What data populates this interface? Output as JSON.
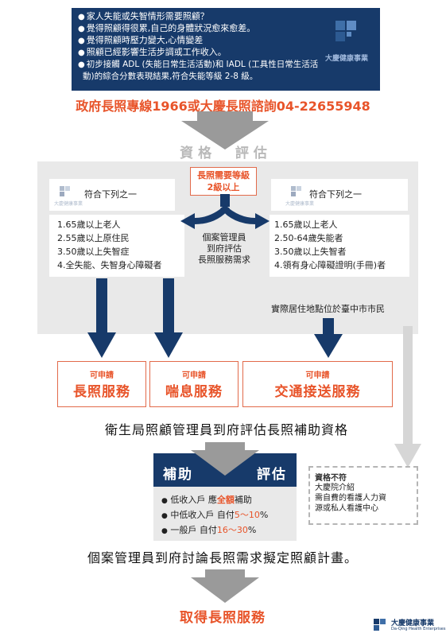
{
  "intro": {
    "bullets": [
      "家人失能或失智情形需要照顧？",
      "覺得照顧得很累,自己的身體狀況愈來愈差。",
      "覺得照顧時壓力變大,心情變差",
      "照顧已經影響生活步調或工作收入。"
    ],
    "bullet_last_line1": "初步接觸 ADL (失能日常生活活動)和 IADL (工具性日常生活活",
    "bullet_last_line2": "動)的綜合分數表現結果,符合失能等級 2-8 級。"
  },
  "hotline": "政府長照專線1966或大慶長照諮詢04-22655948",
  "eligibility_title": "資格  評估",
  "need_level_line1": "長照需要等級",
  "need_level_line2": "2級以上",
  "left_card": {
    "heading": "符合下列之一",
    "items": [
      "1.65歲以上老人",
      "2.55歲以上原住民",
      "3.50歲以上失智症",
      "4.全失能、失智身心障礙者"
    ]
  },
  "right_card": {
    "heading": "符合下列之一",
    "items": [
      "1.65歲以上老人",
      "2.50-64歲失能者",
      "3.50歲以上失智者",
      "4.領有身心障礙證明(手冊)者"
    ],
    "residency": "實際居住地點位於臺中市市民"
  },
  "center_text": [
    "個案管理員",
    "到府評估",
    "長照服務需求"
  ],
  "services": [
    {
      "small": "可申請",
      "big": "長照服務"
    },
    {
      "small": "可申請",
      "big": "喘息服務"
    },
    {
      "small": "可申請",
      "big": "交通接送服務"
    }
  ],
  "health_bureau_line": "衛生局照顧管理員到府評估長照補助資格",
  "subsidy": {
    "left": "補助",
    "right": "評估",
    "rows": [
      {
        "a": "低收入戶 應",
        "em": "全額",
        "b": "補助"
      },
      {
        "a": "中低收入戶 自付",
        "em": "5～10",
        "b": "%"
      },
      {
        "a": "一般戶 自付",
        "em": "16～30",
        "b": "%"
      }
    ]
  },
  "not_eligible": {
    "title": "資格不符",
    "lines": [
      "大慶院介紹",
      "需自費的看護人力資",
      "源或私人看護中心"
    ]
  },
  "case_manager_line": "個案管理員到府討論長照需求擬定照顧計畫。",
  "final": "取得長照服務",
  "brand": {
    "name": "大慶健康事業",
    "sub": "Da-Qing Health Enterprises",
    "name_small": "大慶健康事業"
  },
  "colors": {
    "navy": "#173a6a",
    "orange": "#e8542a",
    "gray": "#e9e9e9"
  }
}
